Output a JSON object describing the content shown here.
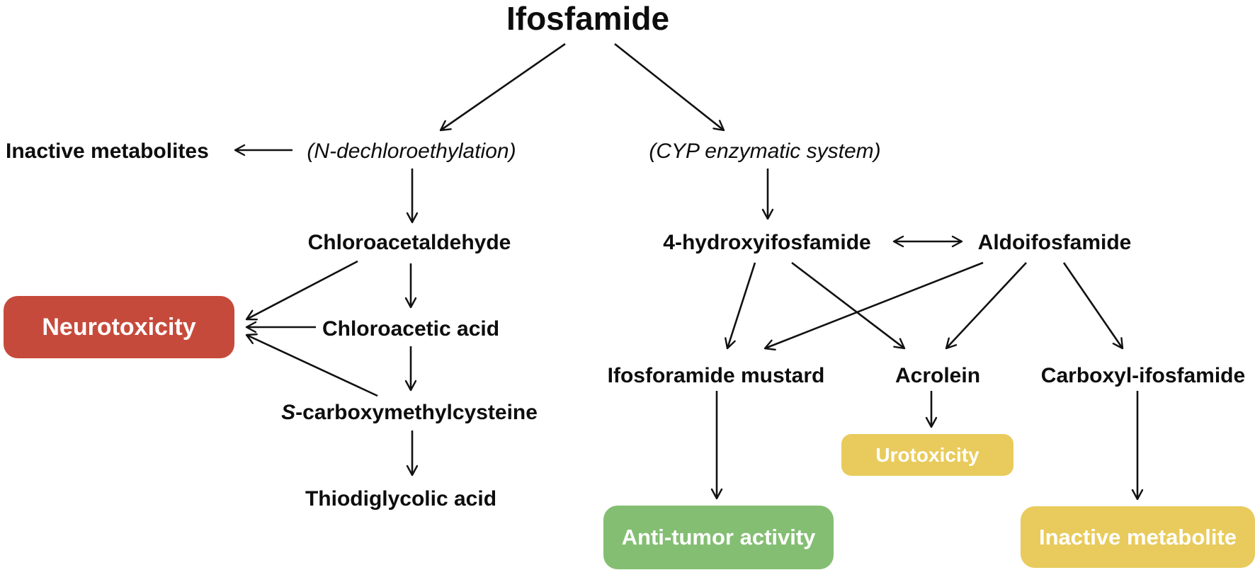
{
  "diagram": {
    "title": "Ifosfamide",
    "pathways": {
      "n_dechloroethylation": "(N-dechloroethylation)",
      "cyp": "(CYP enzymatic system)"
    },
    "nodes": {
      "inactive_metabolites": "Inactive metabolites",
      "chloroacetaldehyde": "Chloroacetaldehyde",
      "chloroacetic_acid": "Chloroacetic acid",
      "s_carboxymethylcysteine_prefix": "S",
      "s_carboxymethylcysteine_rest": "-carboxymethylcysteine",
      "thiodiglycolic_acid": "Thiodiglycolic acid",
      "hydroxyifosfamide": "4-hydroxyifosfamide",
      "aldoifosfamide": "Aldoifosfamide",
      "ifosforamide_mustard": "Ifosforamide mustard",
      "acrolein": "Acrolein",
      "carboxyl_ifosfamide": "Carboxyl-ifosfamide"
    },
    "outcomes": {
      "neurotoxicity": {
        "label": "Neurotoxicity",
        "color": "#c64a3b"
      },
      "urotoxicity": {
        "label": "Urotoxicity",
        "color": "#e8cb5c"
      },
      "anti_tumor": {
        "label": "Anti-tumor activity",
        "color": "#84be73"
      },
      "inactive_metabolite": {
        "label": "Inactive metabolite",
        "color": "#e8cb5c"
      }
    },
    "colors": {
      "line": "#111111",
      "text": "#0d0d0d",
      "background": "#ffffff",
      "box_text": "#ffffff"
    },
    "edges": [
      {
        "from": "Ifosfamide",
        "to": "(N-dechloroethylation)"
      },
      {
        "from": "Ifosfamide",
        "to": "(CYP enzymatic system)"
      },
      {
        "from": "(N-dechloroethylation)",
        "to": "Inactive metabolites"
      },
      {
        "from": "(N-dechloroethylation)",
        "to": "Chloroacetaldehyde"
      },
      {
        "from": "Chloroacetaldehyde",
        "to": "Chloroacetic acid"
      },
      {
        "from": "Chloroacetaldehyde",
        "to": "Neurotoxicity"
      },
      {
        "from": "Chloroacetic acid",
        "to": "Neurotoxicity"
      },
      {
        "from": "Chloroacetic acid",
        "to": "S-carboxymethylcysteine"
      },
      {
        "from": "S-carboxymethylcysteine",
        "to": "Neurotoxicity"
      },
      {
        "from": "S-carboxymethylcysteine",
        "to": "Thiodiglycolic acid"
      },
      {
        "from": "(CYP enzymatic system)",
        "to": "4-hydroxyifosfamide"
      },
      {
        "from": "4-hydroxyifosfamide",
        "to": "Aldoifosfamide",
        "bidirectional": true
      },
      {
        "from": "4-hydroxyifosfamide",
        "to": "Ifosforamide mustard"
      },
      {
        "from": "4-hydroxyifosfamide",
        "to": "Acrolein"
      },
      {
        "from": "Aldoifosfamide",
        "to": "Ifosforamide mustard"
      },
      {
        "from": "Aldoifosfamide",
        "to": "Acrolein"
      },
      {
        "from": "Aldoifosfamide",
        "to": "Carboxyl-ifosfamide"
      },
      {
        "from": "Ifosforamide mustard",
        "to": "Anti-tumor activity"
      },
      {
        "from": "Acrolein",
        "to": "Urotoxicity"
      },
      {
        "from": "Carboxyl-ifosfamide",
        "to": "Inactive metabolite"
      }
    ]
  }
}
